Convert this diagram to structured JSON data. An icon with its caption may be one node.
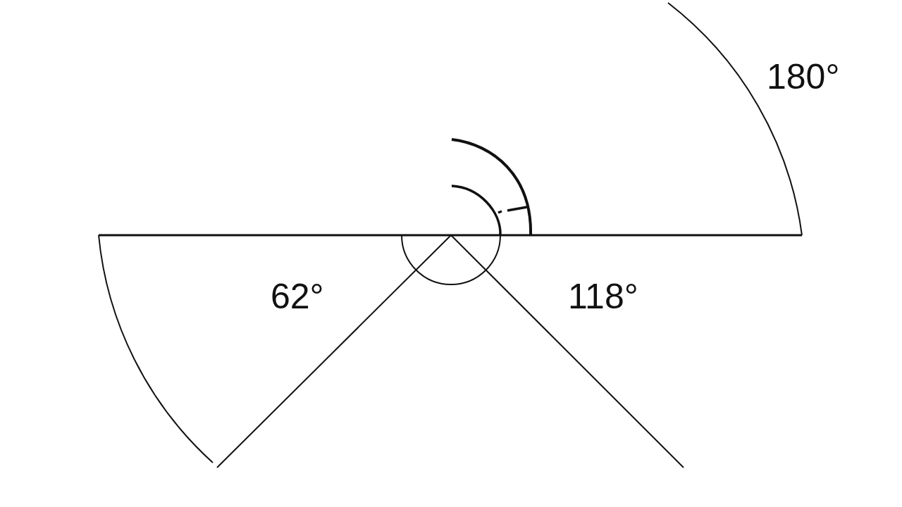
{
  "diagram": {
    "labels": [
      "180°",
      "62°",
      "118°"
    ]
  }
}
